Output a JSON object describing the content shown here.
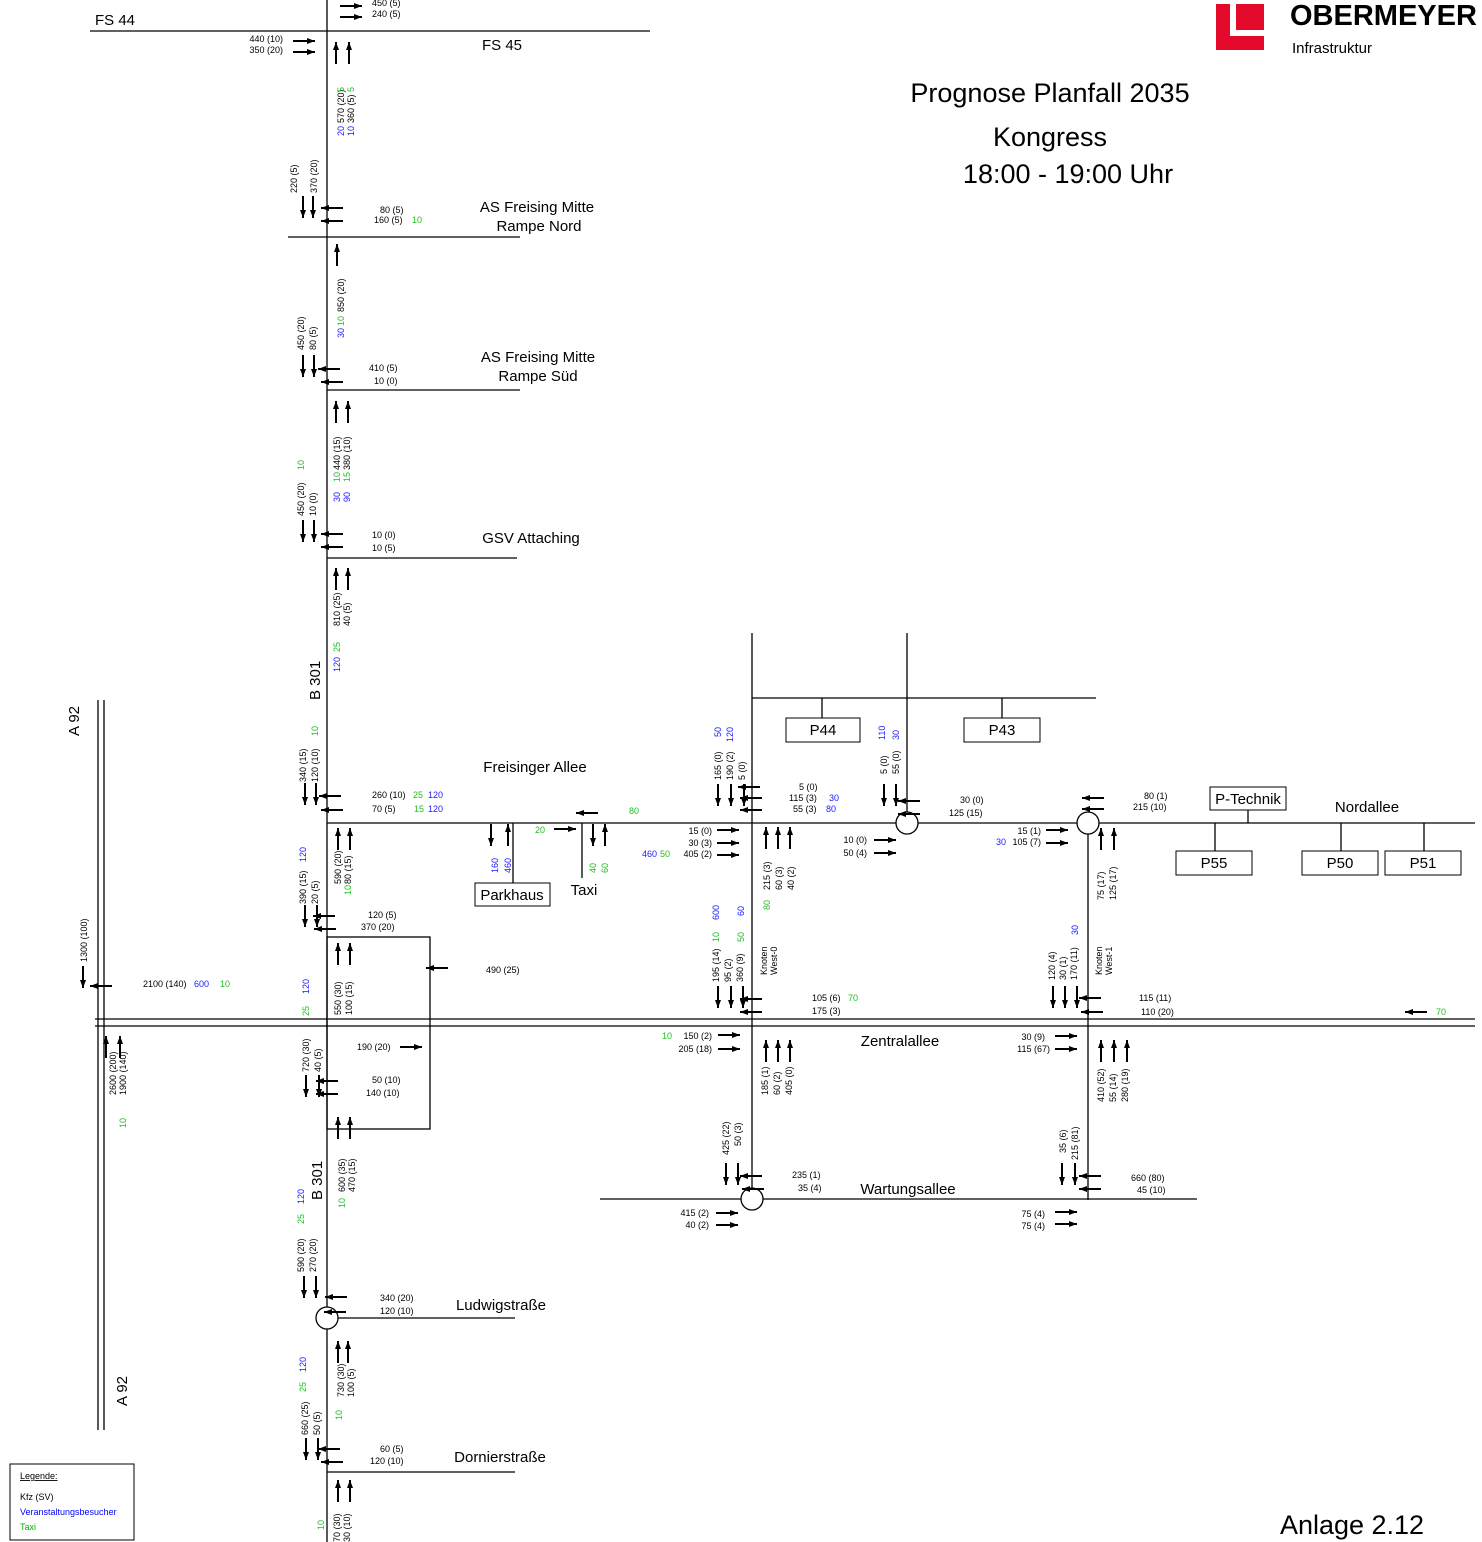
{
  "header": {
    "logo_name": "OBERMEYER",
    "logo_sub": "Infrastruktur",
    "logo_color": "#e30a2c",
    "title1": "Prognose Planfall 2035",
    "title2": "Kongress",
    "title3": "18:00 - 19:00 Uhr"
  },
  "footer": {
    "annex": "Anlage 2.12"
  },
  "legend": {
    "title": "Legende:",
    "items": [
      {
        "label": "Kfz (SV)",
        "color": "#000000"
      },
      {
        "label": "Veranstaltungsbesucher",
        "color": "#0000ff"
      },
      {
        "label": "Taxi",
        "color": "#00b000"
      }
    ]
  },
  "colors": {
    "kfz": "#000000",
    "visitor": "#1a1aff",
    "taxi": "#1fbf1f"
  },
  "road_labels": [
    {
      "id": "fs44",
      "text": "FS 44"
    },
    {
      "id": "fs45",
      "text": "FS 45"
    },
    {
      "id": "as-nord-1",
      "text": "AS Freising Mitte"
    },
    {
      "id": "as-nord-2",
      "text": "Rampe Nord"
    },
    {
      "id": "as-sued-1",
      "text": "AS Freising Mitte"
    },
    {
      "id": "as-sued-2",
      "text": "Rampe Süd"
    },
    {
      "id": "gsv",
      "text": "GSV Attaching"
    },
    {
      "id": "freisinger",
      "text": "Freisinger Allee"
    },
    {
      "id": "nordallee",
      "text": "Nordallee"
    },
    {
      "id": "zentral",
      "text": "Zentralallee"
    },
    {
      "id": "wartung",
      "text": "Wartungsallee"
    },
    {
      "id": "ludwig",
      "text": "Ludwigstraße"
    },
    {
      "id": "dornier",
      "text": "Dornierstraße"
    },
    {
      "id": "taxi",
      "text": "Taxi"
    },
    {
      "id": "b301a",
      "text": "B 301"
    },
    {
      "id": "b301b",
      "text": "B 301"
    },
    {
      "id": "a92a",
      "text": "A 92"
    },
    {
      "id": "a92b",
      "text": "A 92"
    },
    {
      "id": "knw0a",
      "text": "Knoten"
    },
    {
      "id": "knw0b",
      "text": "West-0"
    },
    {
      "id": "knw1a",
      "text": "Knoten"
    },
    {
      "id": "knw1b",
      "text": "West-1"
    }
  ],
  "boxes": [
    {
      "id": "p44",
      "text": "P44"
    },
    {
      "id": "p43",
      "text": "P43"
    },
    {
      "id": "ptech",
      "text": "P-Technik"
    },
    {
      "id": "p55",
      "text": "P55"
    },
    {
      "id": "p50",
      "text": "P50"
    },
    {
      "id": "p51",
      "text": "P51"
    },
    {
      "id": "parkhaus",
      "text": "Parkhaus"
    }
  ],
  "volumes": [
    {
      "t": "450 (5)",
      "c": "k"
    },
    {
      "t": "240 (5)",
      "c": "k"
    },
    {
      "t": "440 (10)",
      "c": "k"
    },
    {
      "t": "350 (20)",
      "c": "k"
    },
    {
      "t": "570 (20)",
      "c": "k"
    },
    {
      "t": "360 (5)",
      "c": "k"
    },
    {
      "t": "5",
      "c": "t"
    },
    {
      "t": "5",
      "c": "t"
    },
    {
      "t": "20",
      "c": "v"
    },
    {
      "t": "10",
      "c": "v"
    },
    {
      "t": "220 (5)",
      "c": "k"
    },
    {
      "t": "370 (20)",
      "c": "k"
    },
    {
      "t": "80 (5)",
      "c": "k"
    },
    {
      "t": "160 (5)",
      "c": "k"
    },
    {
      "t": "10",
      "c": "t"
    },
    {
      "t": "850 (20)",
      "c": "k"
    },
    {
      "t": "30",
      "c": "v"
    },
    {
      "t": "10",
      "c": "t"
    },
    {
      "t": "450 (20)",
      "c": "k"
    },
    {
      "t": "80 (5)",
      "c": "k"
    },
    {
      "t": "410 (5)",
      "c": "k"
    },
    {
      "t": "10 (0)",
      "c": "k"
    },
    {
      "t": "440 (15)",
      "c": "k"
    },
    {
      "t": "380 (10)",
      "c": "k"
    },
    {
      "t": "10",
      "c": "t"
    },
    {
      "t": "15",
      "c": "t"
    },
    {
      "t": "30",
      "c": "v"
    },
    {
      "t": "90",
      "c": "v"
    },
    {
      "t": "10",
      "c": "t"
    },
    {
      "t": "450 (20)",
      "c": "k"
    },
    {
      "t": "10 (0)",
      "c": "k"
    },
    {
      "t": "10 (0)",
      "c": "k"
    },
    {
      "t": "10 (5)",
      "c": "k"
    },
    {
      "t": "810 (25)",
      "c": "k"
    },
    {
      "t": "40 (5)",
      "c": "k"
    },
    {
      "t": "25",
      "c": "t"
    },
    {
      "t": "120",
      "c": "v"
    },
    {
      "t": "340 (15)",
      "c": "k"
    },
    {
      "t": "120 (10)",
      "c": "k"
    },
    {
      "t": "10",
      "c": "t"
    },
    {
      "t": "260 (10)",
      "c": "k"
    },
    {
      "t": "25",
      "c": "t"
    },
    {
      "t": "120",
      "c": "v"
    },
    {
      "t": "70 (5)",
      "c": "k"
    },
    {
      "t": "15",
      "c": "t"
    },
    {
      "t": "120",
      "c": "v"
    },
    {
      "t": "80",
      "c": "t"
    },
    {
      "t": "20",
      "c": "t"
    },
    {
      "t": "160",
      "c": "v"
    },
    {
      "t": "460",
      "c": "v"
    },
    {
      "t": "40",
      "c": "t"
    },
    {
      "t": "60",
      "c": "t"
    },
    {
      "t": "590 (20)",
      "c": "k"
    },
    {
      "t": "80 (15)",
      "c": "k"
    },
    {
      "t": "10",
      "c": "t"
    },
    {
      "t": "390 (15)",
      "c": "k"
    },
    {
      "t": "20 (5)",
      "c": "k"
    },
    {
      "t": "120",
      "c": "v"
    },
    {
      "t": "120 (5)",
      "c": "k"
    },
    {
      "t": "370 (20)",
      "c": "k"
    },
    {
      "t": "550 (30)",
      "c": "k"
    },
    {
      "t": "100 (15)",
      "c": "k"
    },
    {
      "t": "490 (25)",
      "c": "k"
    },
    {
      "t": "25",
      "c": "t"
    },
    {
      "t": "120",
      "c": "v"
    },
    {
      "t": "1300 (100)",
      "c": "k"
    },
    {
      "t": "2100 (140)",
      "c": "k"
    },
    {
      "t": "600",
      "c": "v"
    },
    {
      "t": "10",
      "c": "t"
    },
    {
      "t": "2600 (200)",
      "c": "k"
    },
    {
      "t": "1900 (140)",
      "c": "k"
    },
    {
      "t": "10",
      "c": "t"
    },
    {
      "t": "720 (30)",
      "c": "k"
    },
    {
      "t": "40 (5)",
      "c": "k"
    },
    {
      "t": "190 (20)",
      "c": "k"
    },
    {
      "t": "50 (10)",
      "c": "k"
    },
    {
      "t": "140 (10)",
      "c": "k"
    },
    {
      "t": "600 (35)",
      "c": "k"
    },
    {
      "t": "470 (15)",
      "c": "k"
    },
    {
      "t": "10",
      "c": "t"
    },
    {
      "t": "590 (20)",
      "c": "k"
    },
    {
      "t": "270 (20)",
      "c": "k"
    },
    {
      "t": "25",
      "c": "t"
    },
    {
      "t": "120",
      "c": "v"
    },
    {
      "t": "340 (20)",
      "c": "k"
    },
    {
      "t": "120 (10)",
      "c": "k"
    },
    {
      "t": "730 (30)",
      "c": "k"
    },
    {
      "t": "100 (5)",
      "c": "k"
    },
    {
      "t": "25",
      "c": "t"
    },
    {
      "t": "120",
      "c": "v"
    },
    {
      "t": "10",
      "c": "t"
    },
    {
      "t": "660 (25)",
      "c": "k"
    },
    {
      "t": "50 (5)",
      "c": "k"
    },
    {
      "t": "60 (5)",
      "c": "k"
    },
    {
      "t": "120 (10)",
      "c": "k"
    },
    {
      "t": "70 (30)",
      "c": "k"
    },
    {
      "t": "30 (10)",
      "c": "k"
    },
    {
      "t": "10",
      "c": "t"
    },
    {
      "t": "165 (0)",
      "c": "k"
    },
    {
      "t": "190 (2)",
      "c": "k"
    },
    {
      "t": "5 (0)",
      "c": "k"
    },
    {
      "t": "50",
      "c": "v"
    },
    {
      "t": "120",
      "c": "v"
    },
    {
      "t": "5 (0)",
      "c": "k"
    },
    {
      "t": "115 (3)",
      "c": "k"
    },
    {
      "t": "30",
      "c": "v"
    },
    {
      "t": "55 (3)",
      "c": "k"
    },
    {
      "t": "80",
      "c": "v"
    },
    {
      "t": "15 (0)",
      "c": "k"
    },
    {
      "t": "30 (3)",
      "c": "k"
    },
    {
      "t": "405 (2)",
      "c": "k"
    },
    {
      "t": "460",
      "c": "v"
    },
    {
      "t": "50",
      "c": "t"
    },
    {
      "t": "215 (3)",
      "c": "k"
    },
    {
      "t": "60 (3)",
      "c": "k"
    },
    {
      "t": "40 (2)",
      "c": "k"
    },
    {
      "t": "80",
      "c": "t"
    },
    {
      "t": "600",
      "c": "v"
    },
    {
      "t": "60",
      "c": "v"
    },
    {
      "t": "10",
      "c": "t"
    },
    {
      "t": "50",
      "c": "t"
    },
    {
      "t": "195 (14)",
      "c": "k"
    },
    {
      "t": "95 (2)",
      "c": "k"
    },
    {
      "t": "360 (9)",
      "c": "k"
    },
    {
      "t": "105 (6)",
      "c": "k"
    },
    {
      "t": "70",
      "c": "t"
    },
    {
      "t": "175 (3)",
      "c": "k"
    },
    {
      "t": "150 (2)",
      "c": "k"
    },
    {
      "t": "10",
      "c": "t"
    },
    {
      "t": "205 (18)",
      "c": "k"
    },
    {
      "t": "185 (1)",
      "c": "k"
    },
    {
      "t": "60 (2)",
      "c": "k"
    },
    {
      "t": "405 (0)",
      "c": "k"
    },
    {
      "t": "425 (22)",
      "c": "k"
    },
    {
      "t": "50 (3)",
      "c": "k"
    },
    {
      "t": "235 (1)",
      "c": "k"
    },
    {
      "t": "35 (4)",
      "c": "k"
    },
    {
      "t": "415 (2)",
      "c": "k"
    },
    {
      "t": "40 (2)",
      "c": "k"
    },
    {
      "t": "110",
      "c": "v"
    },
    {
      "t": "30",
      "c": "v"
    },
    {
      "t": "5 (0)",
      "c": "k"
    },
    {
      "t": "55 (0)",
      "c": "k"
    },
    {
      "t": "30 (0)",
      "c": "k"
    },
    {
      "t": "125 (15)",
      "c": "k"
    },
    {
      "t": "10 (0)",
      "c": "k"
    },
    {
      "t": "50 (4)",
      "c": "k"
    },
    {
      "t": "80 (1)",
      "c": "k"
    },
    {
      "t": "215 (10)",
      "c": "k"
    },
    {
      "t": "15 (1)",
      "c": "k"
    },
    {
      "t": "30",
      "c": "v"
    },
    {
      "t": "105 (7)",
      "c": "k"
    },
    {
      "t": "75 (17)",
      "c": "k"
    },
    {
      "t": "125 (17)",
      "c": "k"
    },
    {
      "t": "30",
      "c": "v"
    },
    {
      "t": "120 (4)",
      "c": "k"
    },
    {
      "t": "30 (1)",
      "c": "k"
    },
    {
      "t": "170 (11)",
      "c": "k"
    },
    {
      "t": "115 (11)",
      "c": "k"
    },
    {
      "t": "110 (20)",
      "c": "k"
    },
    {
      "t": "70",
      "c": "t"
    },
    {
      "t": "30 (9)",
      "c": "k"
    },
    {
      "t": "115 (67)",
      "c": "k"
    },
    {
      "t": "410 (52)",
      "c": "k"
    },
    {
      "t": "55 (14)",
      "c": "k"
    },
    {
      "t": "280 (19)",
      "c": "k"
    },
    {
      "t": "35 (6)",
      "c": "k"
    },
    {
      "t": "215 (81)",
      "c": "k"
    },
    {
      "t": "660 (80)",
      "c": "k"
    },
    {
      "t": "45 (10)",
      "c": "k"
    },
    {
      "t": "75 (4)",
      "c": "k"
    },
    {
      "t": "75 (4)",
      "c": "k"
    }
  ]
}
